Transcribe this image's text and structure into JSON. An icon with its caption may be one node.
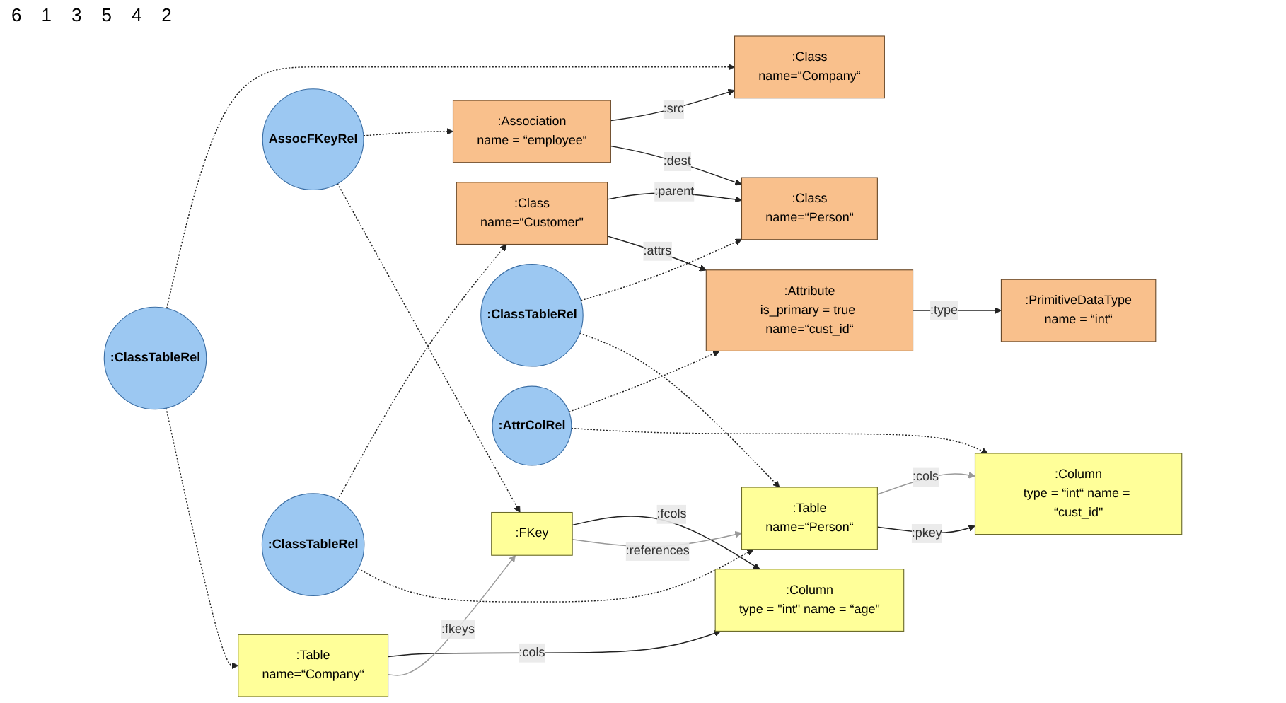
{
  "diagram": {
    "nodes": [
      {
        "text": [
          ":Association",
          "name = “employee“"
        ]
      },
      {
        "text": [
          ":Class",
          "name=“Company“"
        ]
      },
      {
        "text": [
          ":Table",
          "name=“Company“"
        ]
      },
      {
        "text": [
          ":Column",
          "type = \"int\" name = “age\""
        ]
      },
      {
        "text": [
          ":FKey"
        ]
      },
      {
        "text": [
          ":Class",
          "name=“Person“"
        ]
      },
      {
        "text": [
          ":Table",
          "name=“Person“"
        ]
      },
      {
        "text": [
          ":Class",
          "name=“Customer\""
        ]
      },
      {
        "text": [
          ":Attribute",
          "is_primary = true name=“cust_id“"
        ]
      },
      {
        "text": [
          ":PrimitiveDataType",
          "name = “int“"
        ]
      },
      {
        "text": [
          ":Column",
          "type = “int“ name = “cust_id\""
        ]
      },
      {
        "text": [
          ":ClassTableRel"
        ]
      },
      {
        "text": [
          "AssocFKeyRel"
        ]
      },
      {
        "text": [
          ":ClassTableRel"
        ]
      },
      {
        "text": [
          ":ClassTableRel"
        ]
      },
      {
        "text": [
          ":AttrColRel"
        ]
      }
    ],
    "edges": [
      {
        "from": 0,
        "to": 1,
        "arrow": "to",
        "label": ":src"
      },
      {
        "from": 0,
        "to": 5,
        "arrow": "to",
        "label": ":dest"
      },
      {
        "from": 11,
        "to": 1,
        "arrow": "to",
        "style": "dashed"
      },
      {
        "from": 11,
        "to": 2,
        "arrow": "to",
        "style": "dashed"
      },
      {
        "from": 12,
        "to": 0,
        "arrow": "to",
        "style": "dashed"
      },
      {
        "from": 12,
        "to": 4,
        "arrow": "to",
        "style": "dashed"
      },
      {
        "from": 13,
        "to": 5,
        "arrow": "to",
        "style": "dashed"
      },
      {
        "from": 13,
        "to": 6,
        "arrow": "to",
        "style": "dashed"
      },
      {
        "from": 14,
        "to": 7,
        "arrow": "to",
        "style": "dashed"
      },
      {
        "from": 14,
        "to": 6,
        "arrow": "to",
        "style": "dashed"
      },
      {
        "from": 15,
        "to": 8,
        "arrow": "to",
        "style": "dashed"
      },
      {
        "from": 15,
        "to": 10,
        "arrow": "to",
        "style": "dashed"
      },
      {
        "from": 2,
        "to": 3,
        "arrow": "to",
        "label": ":cols"
      },
      {
        "from": 2,
        "to": 4,
        "arrow": "to",
        "label": ":fkeys",
        "color": "#999999"
      },
      {
        "from": 4,
        "to": 3,
        "arrow": "to",
        "label": ":fcols"
      },
      {
        "from": 4,
        "to": 6,
        "arrow": "to",
        "label": ":references",
        "color": "#999999"
      },
      {
        "from": 7,
        "to": 5,
        "arrow": "to",
        "label": ":parent"
      },
      {
        "from": 7,
        "to": 8,
        "arrow": "to",
        "label": ":attrs"
      },
      {
        "from": 8,
        "to": 9,
        "arrow": "to",
        "label": ":type"
      },
      {
        "from": 6,
        "to": 10,
        "arrow": "to",
        "label": ":cols",
        "color": "#999999"
      },
      {
        "from": 6,
        "to": 10,
        "arrow": "to",
        "label": ":pkey"
      }
    ],
    "labels": [
      "6",
      "1",
      "3",
      "5",
      "4",
      "2"
    ]
  }
}
